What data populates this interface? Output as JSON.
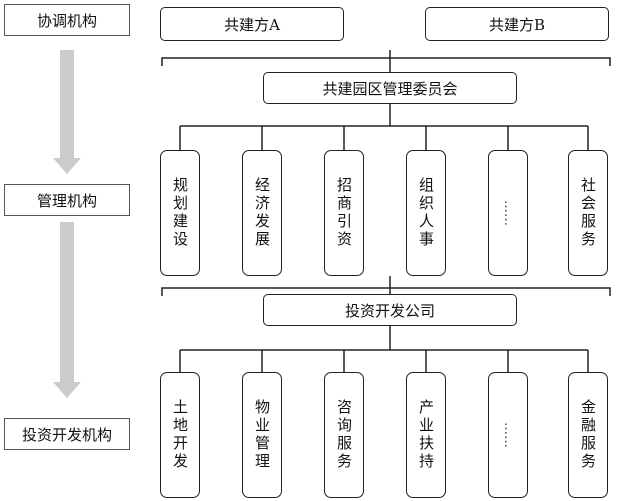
{
  "levels": {
    "coordination": "协调机构",
    "management": "管理机构",
    "investment": "投资开发机构"
  },
  "top": {
    "partyA": "共建方A",
    "partyB": "共建方B"
  },
  "committee": {
    "title": "共建园区管理委员会",
    "departments": [
      "规划建设",
      "经济发展",
      "招商引资",
      "组织人事",
      "……",
      "社会服务"
    ]
  },
  "company": {
    "title": "投资开发公司",
    "units": [
      "土地开发",
      "物业管理",
      "咨询服务",
      "产业扶持",
      "……",
      "金融服务"
    ]
  }
}
